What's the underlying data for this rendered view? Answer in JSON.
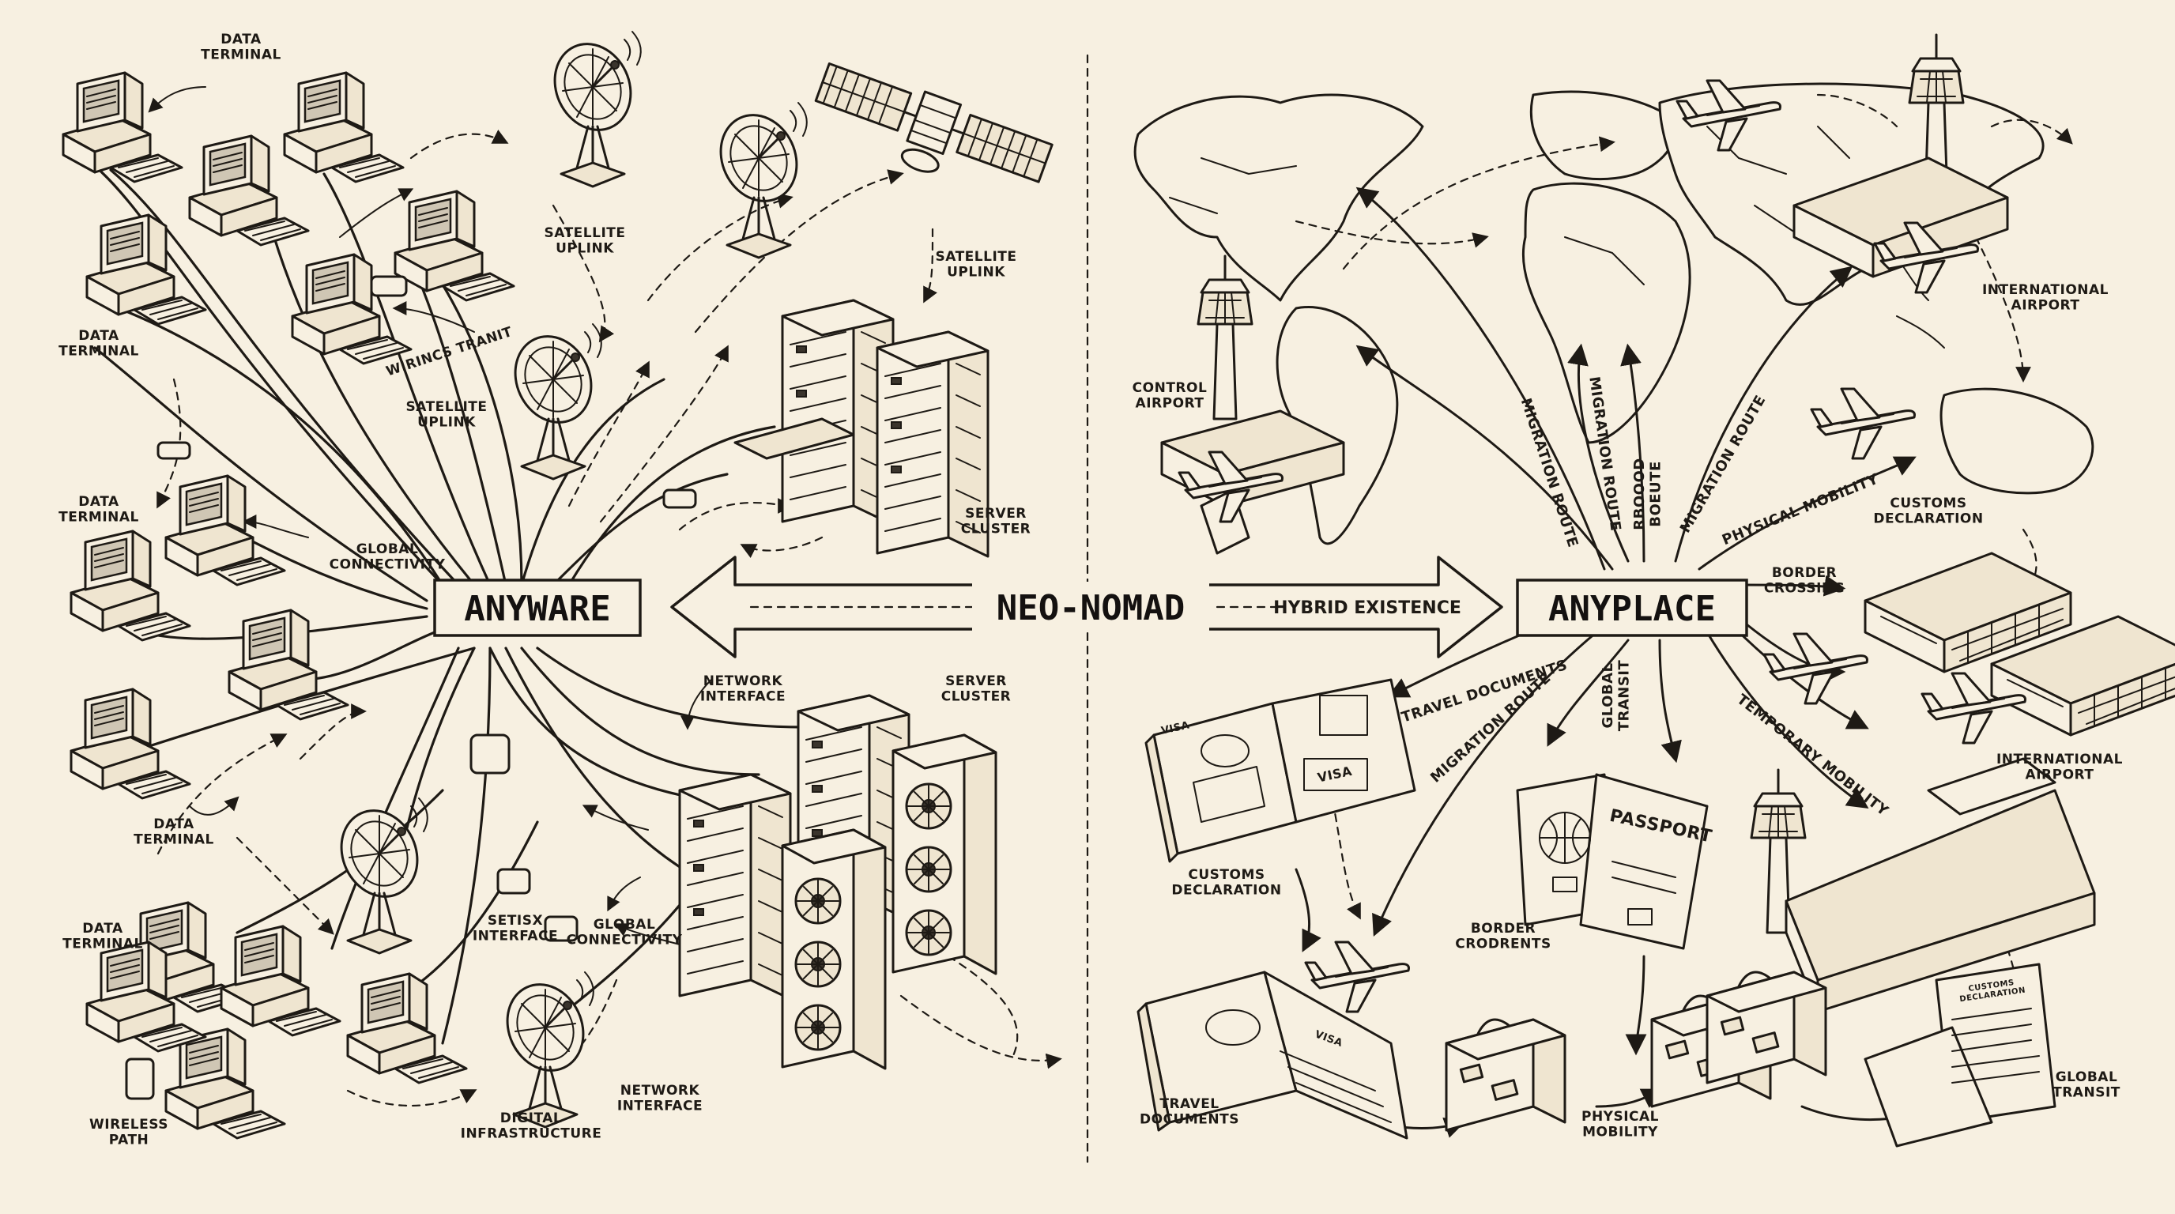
{
  "center": {
    "title": "NEO-NOMAD",
    "subtitle": "HYBRID EXISTENCE"
  },
  "hubs": {
    "left": "ANYWARE",
    "right": "ANYPLACE"
  },
  "left_labels": {
    "data_terminal_1": "DATA\nTERMINAL",
    "data_terminal_2": "DATA\nTERMINAL",
    "data_terminal_3": "DATA\nTERMINAL",
    "data_terminal_4": "DATA\nTERMINAL",
    "data_terminal_5": "DATA\nTERMINAL",
    "satellite_uplink_1": "SATELLITE\nUPLINK",
    "satellite_uplink_2": "SATELLITE\nUPLINK",
    "satellite_uplink_3": "SATELLITE\nUPLINK",
    "wireless_transit": "WIRINCS TRANIT",
    "global_connectivity_1": "GLOBAL\nCONNECTIVITY",
    "global_connectivity_2": "GLOBAL\nCONNECTIVITY",
    "server_cluster_1": "SERVER\nCLUSTER",
    "server_cluster_2": "SERVER\nCLUSTER",
    "network_interface_1": "NETWORK\nINTERFACE",
    "network_interface_2": "NETWORK\nINTERFACE",
    "setisx_interface": "SETISX\nINTERFACE",
    "wireless_path": "WIRELESS\nPATH",
    "digital_infrastructure": "DIGITAL\nINFRASTRUCTURE"
  },
  "right_labels": {
    "control_airport": "CONTROL\nAIRPORT",
    "international_airport_1": "INTERNATIONAL\nAIRPORT",
    "international_airport_2": "INTERNATIONAL\nAIRPORT",
    "customs_declaration_1": "CUSTOMS\nDECLARATION",
    "customs_declaration_2": "CUSTOMS\nDECLARATION",
    "border_crossing": "BORDER\nCROSSING",
    "border_credentials": "BORDER\nCRODRENTS",
    "travel_documents": "TRAVEL\nDOCUMENTS",
    "physical_mobility": "PHYSICAL\nMOBILITY",
    "global_transit": "GLOBAL\nTRANSIT",
    "route_migration_1": "MIGRATION ROUTE",
    "route_migration_2": "MIGRATION ROUTE",
    "route_migration_3": "MIGRATION ROUTE",
    "route_migration_4": "MIGRATION ROUTE",
    "route_robood": "RBOOOD\nBOEUTE",
    "route_physical_mobility": "PHYSICAL MOBILITY",
    "route_travel_documents": "TRAVEL DOCUMENTS",
    "route_global_transit": "GLOBAL\nTRANSIT",
    "route_temporary_mobility": "TEMPORARY MOBILITY"
  },
  "item_text": {
    "passport": "PASSPORT",
    "visa_1": "VISA",
    "visa_2": "VISA",
    "visa_3": "VISA",
    "customs_form": "CUSTOMS\nDECLARATION"
  }
}
